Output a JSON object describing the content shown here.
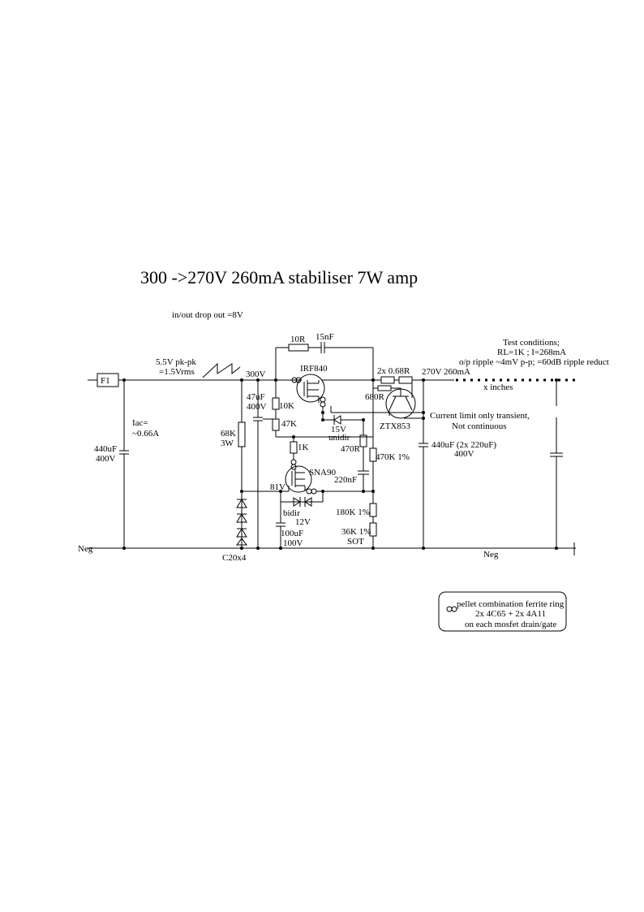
{
  "title": "300 ->270V 260mA stabiliser 7W amp",
  "dropout_note": "in/out drop out =8V",
  "input": {
    "fuse": "F1",
    "ripple_1": "5.5V pk-pk",
    "ripple_2": "=1.5Vrms",
    "rail_300": "300V",
    "iac_1": "Iac=",
    "iac_2": "~0.66A",
    "cap_in_1": "440uF",
    "cap_in_2": "400V",
    "neg_left": "Neg"
  },
  "components": {
    "r_10r": "10R",
    "c_15nf": "15nF",
    "mosfet_main": "IRF840",
    "r_sense": "2x 0.68R",
    "out_rail": "270V 260mA",
    "r_680": "680R",
    "c_47uf_1": "47uF",
    "c_47uf_2": "400V",
    "r_10k": "10K",
    "r_47k": "47K",
    "r_68k_1": "68K",
    "r_68k_2": "3W",
    "zener_15_1": "15V",
    "zener_15_2": "unidir",
    "transistor": "ZTX853",
    "r_470r": "470R",
    "r_470k": "470K 1%",
    "r_1k": "1K",
    "mosfet_ctrl": "SNA90",
    "v81": "81V",
    "c_220nf": "220nF",
    "bidir_1": "bidir",
    "bidir_2": "12V",
    "c_100uf_1": "100uF",
    "c_100uf_2": "100V",
    "r_180k": "180K 1%",
    "r_36k_1": "36K 1%",
    "r_36k_2": "SOT",
    "zeners": "C20x4",
    "cap_out_1": "440uF (2x 220uF)",
    "cap_out_2": "400V"
  },
  "notes": {
    "current_1": "Current limit only transient,",
    "current_2": "Not continuous",
    "test_1": "Test conditions;",
    "test_2": "RL=1K ; I=268mA",
    "test_3": "o/p ripple ~4mV p-p; =60dB ripple reduct",
    "x_inches": "x inches",
    "neg_right": "Neg"
  },
  "legend": {
    "line_1": "pellet combination ferrite ring",
    "line_2": "2x 4C65 + 2x 4A11",
    "line_3": "on each mosfet drain/gate"
  }
}
